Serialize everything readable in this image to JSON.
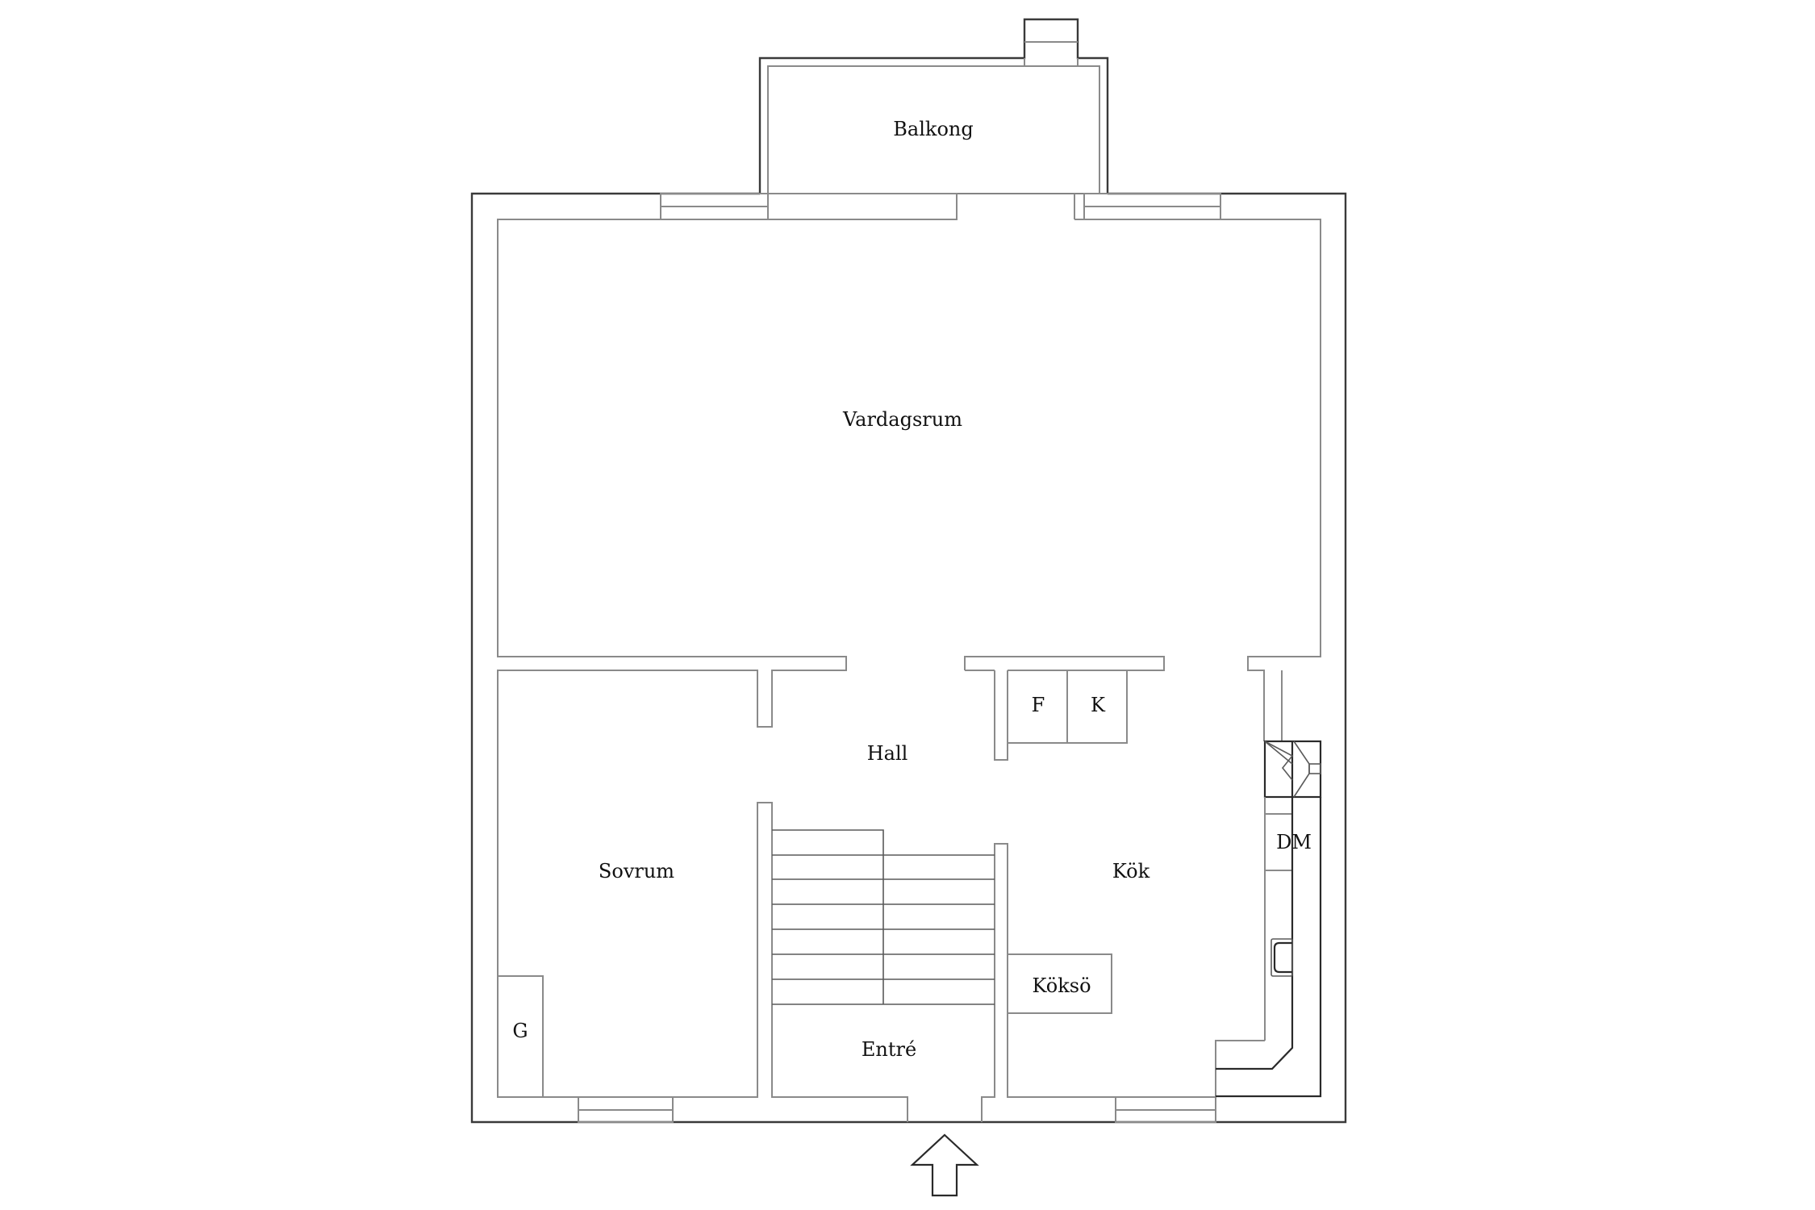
{
  "plan": {
    "rooms": {
      "balkong": "Balkong",
      "vardagsrum": "Vardagsrum",
      "hall": "Hall",
      "sovrum": "Sovrum",
      "kok": "Kök",
      "entre": "Entré",
      "kokso": "Köksö"
    },
    "fixtures": {
      "fridge": "F",
      "freezer": "K",
      "dishwasher": "DM",
      "wardrobe": "G"
    },
    "icons": {
      "entrance_arrow": "arrow-up-icon",
      "stove": "stove-icon",
      "sink": "sink-icon"
    },
    "colors": {
      "exterior_wall": "#3a3a3a",
      "interior_wall": "#8a8a8a",
      "background": "#ffffff",
      "text": "#111111"
    }
  }
}
